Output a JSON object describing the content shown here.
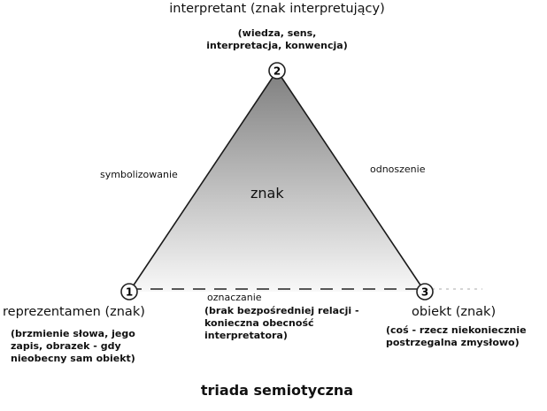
{
  "vertices": {
    "top": {
      "number": "2",
      "title": "interpretant (znak interpretujący)",
      "description": "(wiedza, sens,\ninterpretacja, konwencja)"
    },
    "left": {
      "number": "1",
      "title": "reprezentamen (znak)",
      "description": "(brzmienie słowa, jego\nzapis, obrazek - gdy\nnieobecny sam obiekt)"
    },
    "right": {
      "number": "3",
      "title": "obiekt (znak)",
      "description": "(coś - rzecz niekoniecznie\npostrzegalna zmysłowo)"
    }
  },
  "edges": {
    "left_side": "symbolizowanie",
    "right_side": "odnoszenie",
    "bottom_title": "oznaczanie",
    "bottom_description": "(brak bezpośredniej relacji -\nkonieczna obecność\ninterpretatora)"
  },
  "center_label": "znak",
  "caption": "triada semiotyczna",
  "colors": {
    "triangle_top": "#8a8a8a",
    "triangle_bottom": "#f7f7f7",
    "outline": "#222222"
  }
}
